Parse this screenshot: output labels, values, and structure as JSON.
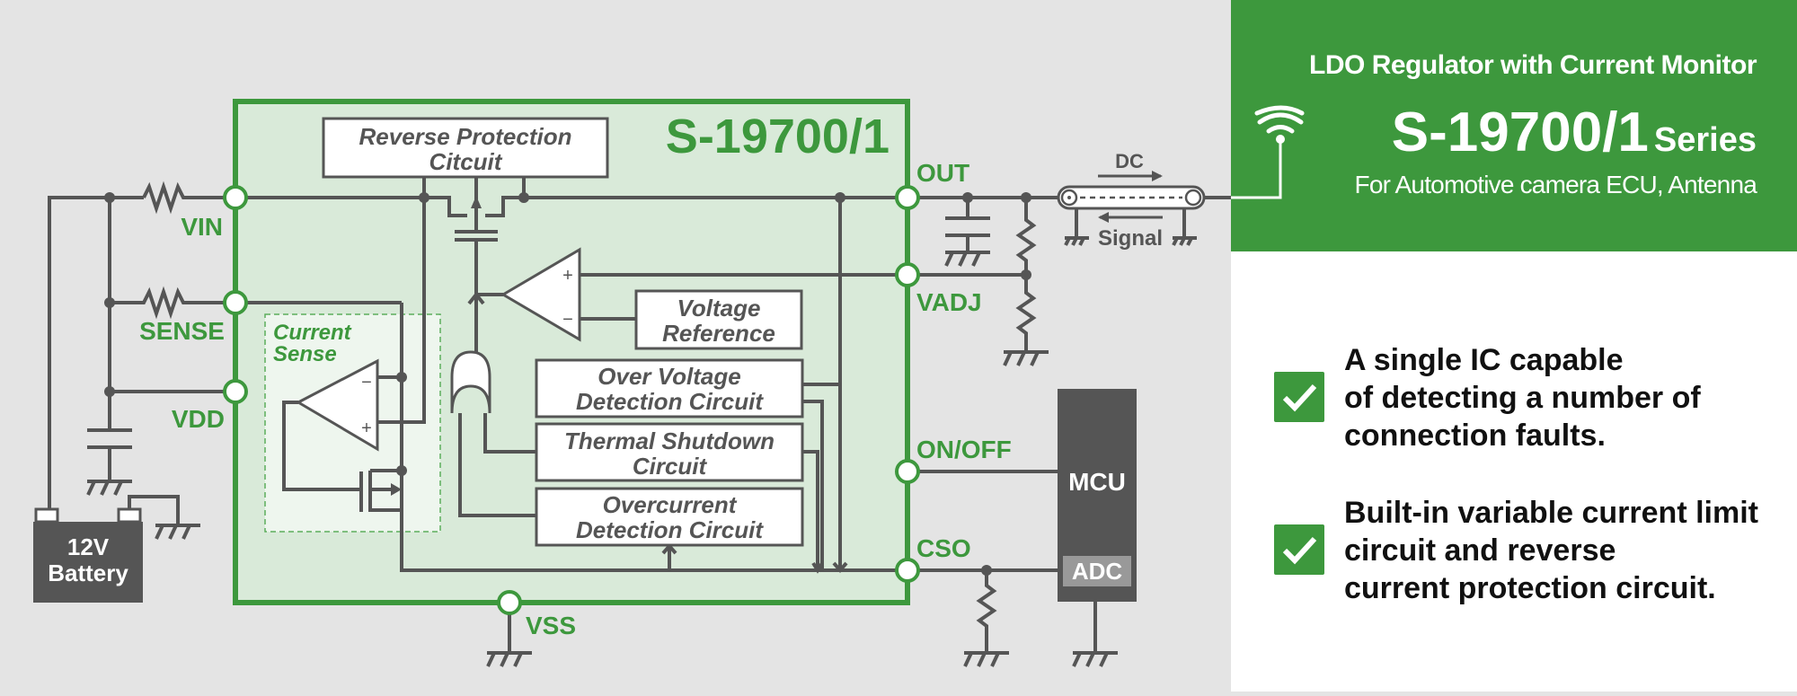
{
  "colors": {
    "brand_green": "#3d983d",
    "wire_gray": "#555555",
    "ic_fill": "#d9ead9",
    "background": "#e4e4e4"
  },
  "diagram": {
    "ic_name": "S-19700/1",
    "pins": {
      "vin": "VIN",
      "sense": "SENSE",
      "vdd": "VDD",
      "vss": "VSS",
      "out": "OUT",
      "vadj": "VADJ",
      "on_off": "ON/OFF",
      "cso": "CSO"
    },
    "blocks": {
      "reverse_protection": [
        "Reverse Protection",
        "Citcuit"
      ],
      "voltage_reference": [
        "Voltage",
        "Reference"
      ],
      "over_voltage": [
        "Over Voltage",
        "Detection Circuit"
      ],
      "thermal_shutdown": [
        "Thermal Shutdown",
        "Circuit"
      ],
      "overcurrent": [
        "Overcurrent",
        "Detection Circuit"
      ]
    },
    "current_sense_label": [
      "Current",
      "Sense"
    ],
    "opamp_plus": "+",
    "opamp_minus": "−",
    "battery": [
      "12V",
      "Battery"
    ],
    "mcu": "MCU",
    "adc": "ADC",
    "dc_label": "DC",
    "signal_label": "Signal"
  },
  "header": {
    "title": "LDO Regulator with Current Monitor",
    "model": "S-19700/1",
    "series": "Series",
    "subtitle": "For Automotive camera ECU, Antenna",
    "icon": "antenna-icon"
  },
  "features": [
    {
      "icon": "checkmark-icon",
      "text": "A single IC capable\nof detecting a number of\nconnection faults."
    },
    {
      "icon": "checkmark-icon",
      "text": "Built-in variable current limit\ncircuit and reverse\ncurrent protection circuit."
    }
  ]
}
